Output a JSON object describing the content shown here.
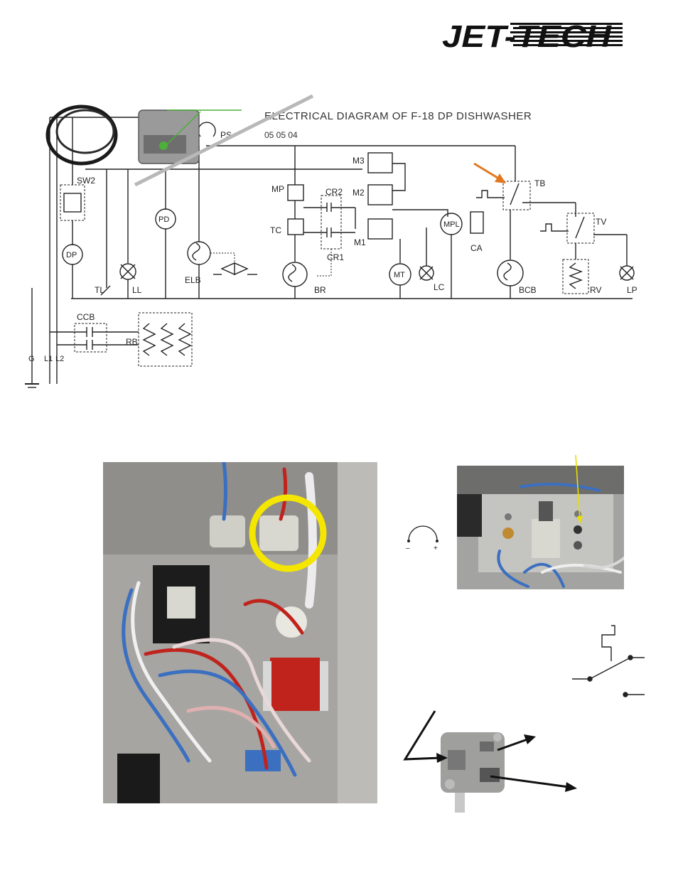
{
  "brand": {
    "logo_text": "JET-TECH"
  },
  "diagram": {
    "title": "ELECTRICAL DIAGRAM OF F-18 DP DISHWASHER",
    "date": "05 05 04",
    "labels": {
      "ps": "PS",
      "sw2": "SW2",
      "pd": "PD",
      "dp": "DP",
      "elb": "ELB",
      "tl": "TL",
      "ll": "LL",
      "mp": "MP",
      "tc": "TC",
      "cr2": "CR2",
      "cr1": "CR1",
      "m1": "M1",
      "m2": "M2",
      "m3": "M3",
      "br": "BR",
      "mt": "MT",
      "lc": "LC",
      "mpl": "MPL",
      "ca": "CA",
      "tb": "TB",
      "bcb": "BCB",
      "tv": "TV",
      "rv": "RV",
      "lp": "LP",
      "ccb": "CCB",
      "rb": "RB",
      "g": "G",
      "l1": "L1",
      "l2": "L2"
    }
  },
  "polarity": {
    "minus": "–",
    "plus": "+"
  },
  "colors": {
    "line": "#222222",
    "highlight_ring": "#f4e600",
    "arrow_orange": "#e07820",
    "pointer_green": "#4cb03a",
    "pointer_yellow": "#e8e000",
    "red_coil": "#c0231c",
    "wire_blue": "#3b6fc0"
  }
}
